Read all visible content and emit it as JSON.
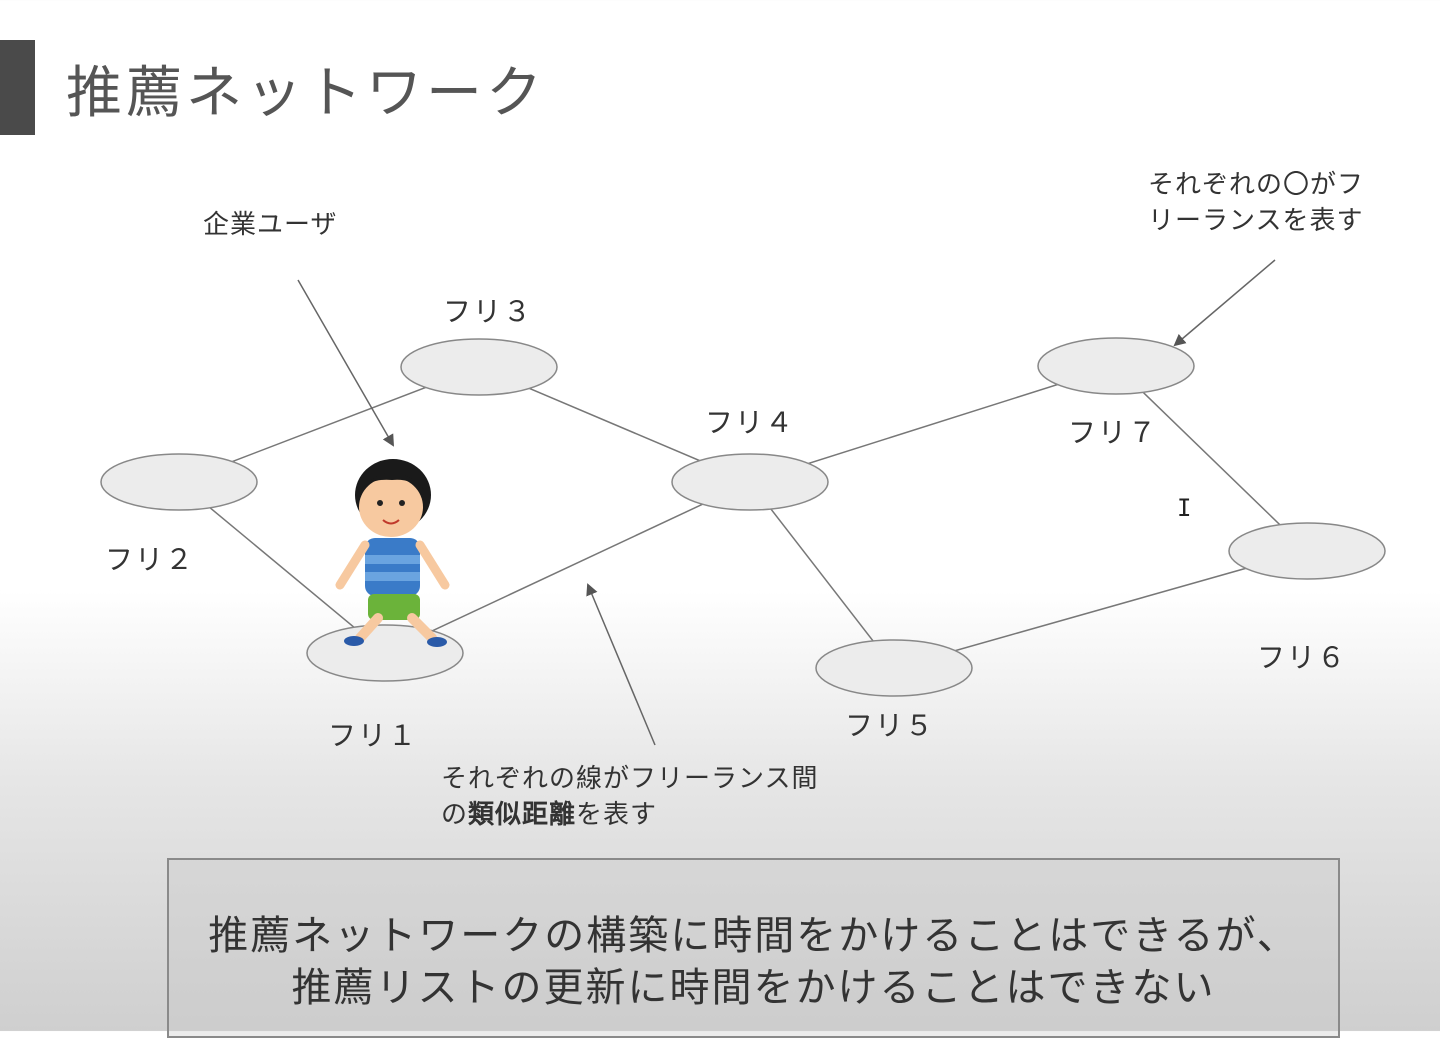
{
  "title": "推薦ネットワーク",
  "nodes": [
    {
      "id": "1",
      "label": "フリ１"
    },
    {
      "id": "2",
      "label": "フリ２"
    },
    {
      "id": "3",
      "label": "フリ３"
    },
    {
      "id": "4",
      "label": "フリ４"
    },
    {
      "id": "5",
      "label": "フリ５"
    },
    {
      "id": "6",
      "label": "フリ６"
    },
    {
      "id": "7",
      "label": "フリ７"
    }
  ],
  "edges": [
    [
      "2",
      "3"
    ],
    [
      "2",
      "1"
    ],
    [
      "3",
      "4"
    ],
    [
      "1",
      "4"
    ],
    [
      "4",
      "5"
    ],
    [
      "4",
      "7"
    ],
    [
      "5",
      "6"
    ],
    [
      "7",
      "6"
    ]
  ],
  "annotations": {
    "company_user": "企業ユーザ",
    "circle_note_line1": "それぞれの〇がフ",
    "circle_note_line2": "リーランスを表す",
    "line_note_line1": "それぞれの線がフリーランス間",
    "line_note_line2_prefix": "の",
    "line_note_line2_bold": "類似距離",
    "line_note_line2_suffix": "を表す"
  },
  "summary": {
    "line1": "推薦ネットワークの構築に時間をかけることはできるが、",
    "line2": "推薦リストの更新に時間をかけることはできない"
  },
  "colors": {
    "node_fill": "#ececec",
    "node_stroke": "#888888",
    "edge": "#777777",
    "title_bar": "#4a4a4a"
  }
}
